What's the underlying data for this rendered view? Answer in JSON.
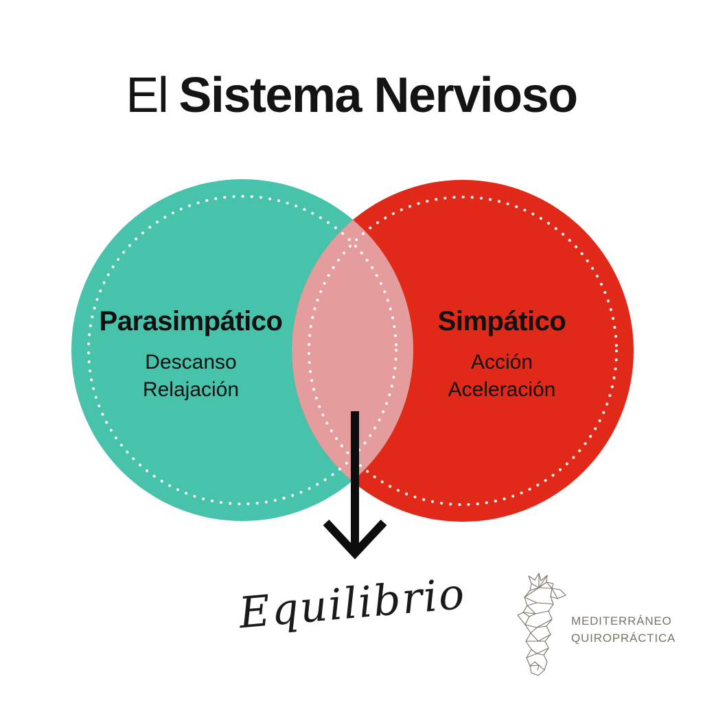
{
  "page": {
    "background_color": "#FFFFFF"
  },
  "title": {
    "prefix": "El",
    "emphasis": "Sistema Nervioso",
    "color": "#141414"
  },
  "venn": {
    "left_circle": {
      "label": "Parasimpático",
      "items": [
        "Descanso",
        "Relajación"
      ],
      "color": "#47C2AB"
    },
    "right_circle": {
      "label": "Simpático",
      "items": [
        "Acción",
        "Aceleración"
      ],
      "color": "#E1291A"
    },
    "overlap_color": "#E59C9D",
    "dotted_border_color": "#FFFFFF",
    "text_color": "#111111"
  },
  "arrow": {
    "icon": "down-arrow-icon",
    "color": "#0D0D0D"
  },
  "caption": {
    "text": "Equilibrio",
    "color": "#1A1A1A"
  },
  "logo": {
    "icon": "seahorse-logo-icon",
    "line1": "MEDITERRÁNEO",
    "line2": "QUIROPRÁCTICA",
    "color": "#7B7266"
  }
}
